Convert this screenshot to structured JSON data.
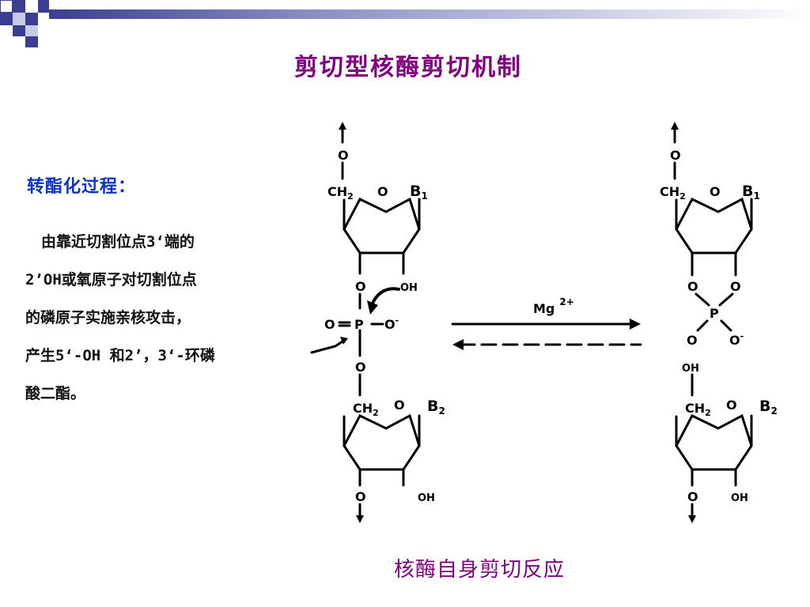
{
  "slide": {
    "title": "剪切型核酶剪切机制",
    "subheading": "转酯化过程：",
    "body_lines": [
      "由靠近切割位点3‘端的",
      "2’OH或氧原子对切割位点",
      "的磷原子实施亲核攻击，",
      "产生5‘-OH 和2’，3‘-环磷",
      "酸二酯。"
    ],
    "caption": "核酶自身剪切反应"
  },
  "diagram": {
    "left": {
      "o_top": "O",
      "ch2_upper": "CH",
      "ch2_upper_sub": "2",
      "ring_o_upper": "O",
      "base_upper": "B",
      "base_upper_sub": "1",
      "o_link": "O",
      "oh_attack": "OH",
      "o_double": "O",
      "p": "P",
      "o_minus": "O",
      "o_minus_charge": "-",
      "o_bottom_link": "O",
      "ch2_lower": "CH",
      "ch2_lower_sub": "2",
      "ring_o_lower": "O",
      "base_lower": "B",
      "base_lower_sub": "2",
      "o_3prime": "O",
      "oh_2prime": "OH"
    },
    "arrow": {
      "label": "Mg",
      "superscript": "2+"
    },
    "right": {
      "o_top": "O",
      "ch2_upper": "CH",
      "ch2_upper_sub": "2",
      "ring_o_upper": "O",
      "base_upper": "B",
      "base_upper_sub": "1",
      "o_cyc_left": "O",
      "o_cyc_right": "O",
      "p": "P",
      "o_double": "O",
      "o_minus": "O",
      "o_minus_charge": "-",
      "oh_5prime": "OH",
      "ch2_lower": "CH",
      "ch2_lower_sub": "2",
      "ring_o_lower": "O",
      "base_lower": "B",
      "base_lower_sub": "2",
      "o_3prime": "O",
      "oh_2prime": "OH"
    }
  },
  "colors": {
    "title": "#800080",
    "subheading": "#0a33cc",
    "caption": "#800080",
    "header_band_dark": "#3a3f8f",
    "header_band_light": "#ffffff"
  }
}
